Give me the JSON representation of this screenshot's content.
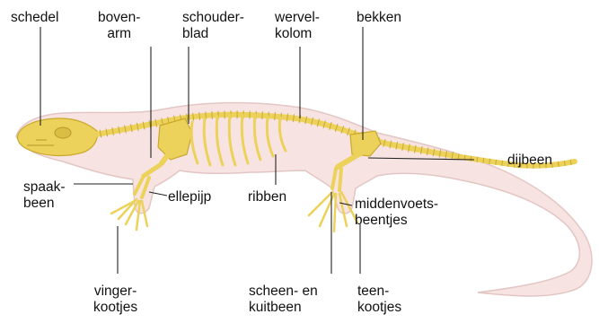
{
  "labels": {
    "schedel": [
      "schedel"
    ],
    "bovenarm": [
      "boven-",
      "arm"
    ],
    "schouderblad": [
      "schouder-",
      "blad"
    ],
    "wervelkolom": [
      "wervel-",
      "kolom"
    ],
    "bekken": [
      "bekken"
    ],
    "dijbeen": [
      "dijbeen"
    ],
    "spaakbeen": [
      "spaak-",
      "been"
    ],
    "ellepijp": [
      "ellepijp"
    ],
    "ribben": [
      "ribben"
    ],
    "middenvoetsbeentjes": [
      "middenvoets-",
      "beentjes"
    ],
    "vingerkootjes": [
      "vinger-",
      "kootjes"
    ],
    "scheenkuitbeen": [
      "scheen- en",
      "kuitbeen"
    ],
    "teenkootjes": [
      "teen-",
      "kootjes"
    ]
  },
  "colors": {
    "body": "#f7e4e2",
    "body_outline": "#e2c6c3",
    "bone": "#ecd25a",
    "bone_dark": "#c9a92c",
    "leader_line": "#222222"
  }
}
